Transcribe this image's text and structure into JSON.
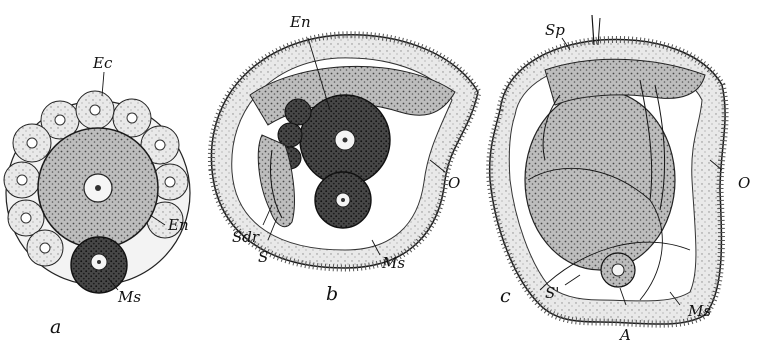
{
  "figure": {
    "panels": [
      {
        "id": "a",
        "panel_label": "a",
        "labels": {
          "ectoderm": "Ec",
          "endoderm": "En",
          "mesoderm": "Ms"
        }
      },
      {
        "id": "b",
        "panel_label": "b",
        "labels": {
          "endoderm": "En",
          "opening": "O",
          "stomodeum_gland": "Sdr",
          "stomodeum": "S",
          "mesoderm": "Ms"
        }
      },
      {
        "id": "c",
        "panel_label": "c",
        "labels": {
          "apical_plate": "Sp",
          "opening": "O",
          "stomodeum": "S'",
          "anus": "A",
          "mesoderm": "Ms"
        }
      }
    ],
    "colors": {
      "ink": "#151515",
      "dark_fill": "#3d3d3d",
      "mid_fill": "#8a8a8a",
      "light_fill": "#e6e6e6",
      "paper": "#ffffff"
    }
  }
}
